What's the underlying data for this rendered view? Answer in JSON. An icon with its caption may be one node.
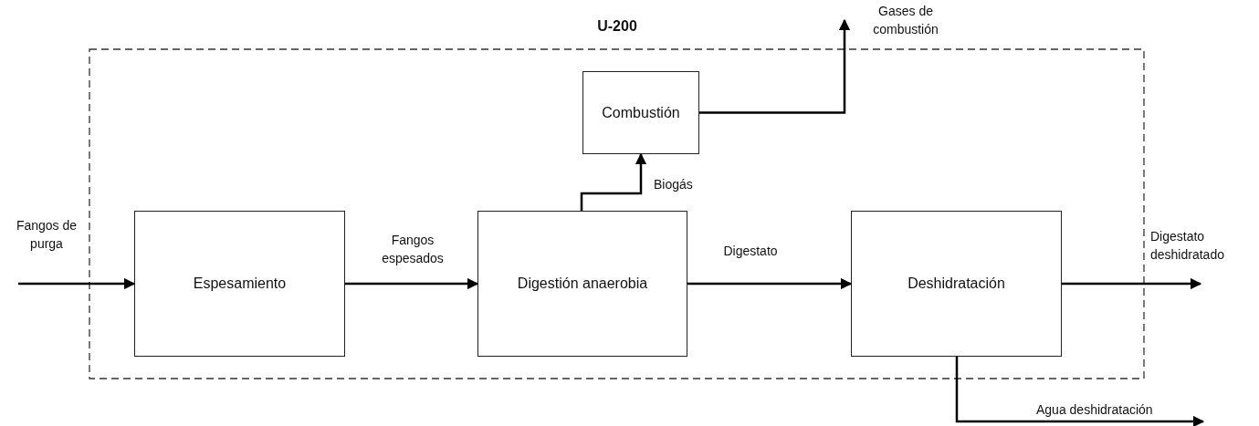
{
  "diagram": {
    "nodes": [
      {
        "text": [
          "U-200"
        ]
      },
      {
        "text": [
          "Combustión"
        ],
        "in": 0
      },
      {
        "text": [
          "Espesamiento"
        ],
        "in": 0
      },
      {
        "text": [
          "Digestión anaerobia"
        ],
        "in": 0
      },
      {
        "text": [
          "Deshidratación"
        ],
        "in": 0
      }
    ],
    "edges": [
      {
        "from": null,
        "to": 2,
        "arrow": "to",
        "label": "Fangos de purga"
      },
      {
        "from": 2,
        "to": 3,
        "arrow": "to",
        "label": "Fangos espesados"
      },
      {
        "from": 3,
        "to": 1,
        "arrow": "to",
        "label": "Biogás"
      },
      {
        "from": 1,
        "to": null,
        "arrow": "to",
        "label": "Gases de combustión"
      },
      {
        "from": 3,
        "to": 4,
        "arrow": "to",
        "label": "Digestato"
      },
      {
        "from": 4,
        "to": null,
        "arrow": "to",
        "label": "Digestato deshidratado"
      },
      {
        "from": 4,
        "to": null,
        "arrow": "to",
        "label": "Agua deshidratación"
      }
    ]
  }
}
